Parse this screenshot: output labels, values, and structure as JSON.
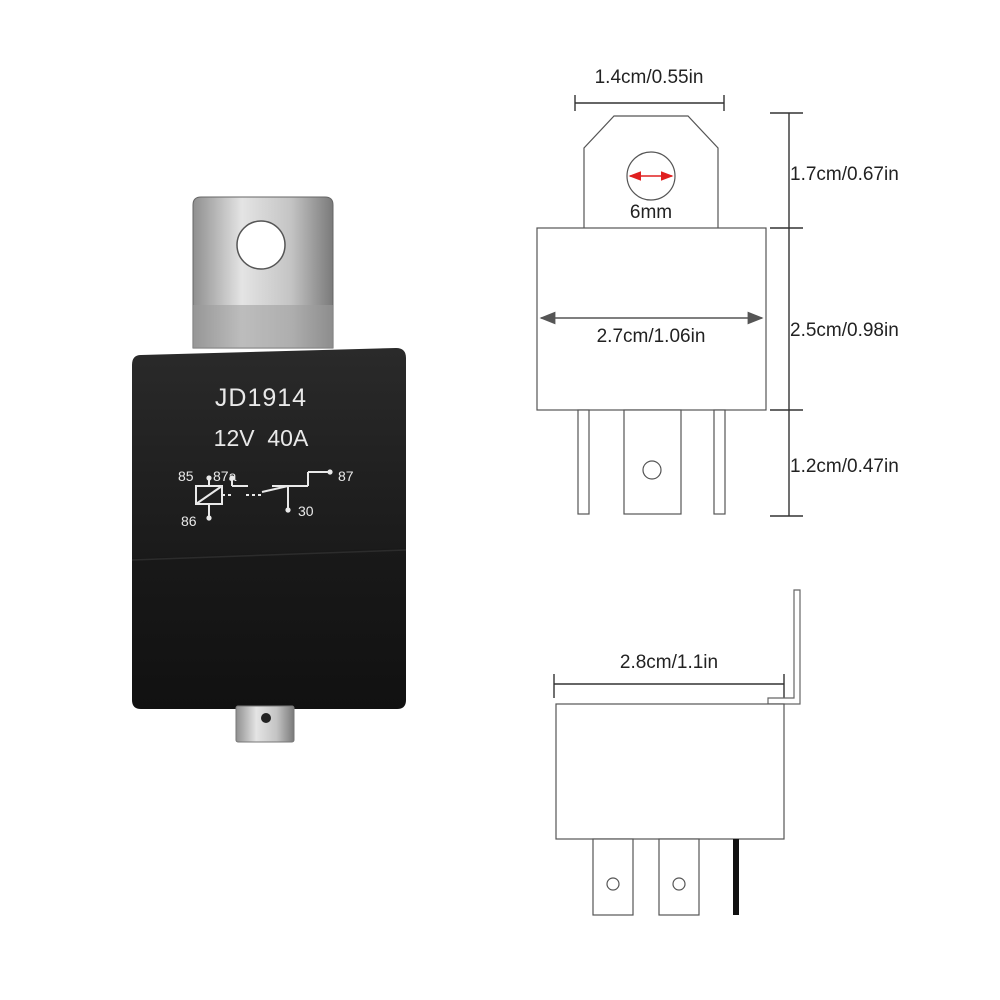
{
  "relay": {
    "model": "JD1914",
    "rating": "12V  40A",
    "pins": {
      "p85": "85",
      "p87a": "87a",
      "p87": "87",
      "p86": "86",
      "p30": "30"
    }
  },
  "front_view": {
    "tab_width": "1.4cm/0.55in",
    "hole_diameter": "6mm",
    "tab_height": "1.7cm/0.67in",
    "body_width": "2.7cm/1.06in",
    "body_height": "2.5cm/0.98in",
    "pin_length": "1.2cm/0.47in"
  },
  "side_view": {
    "body_length": "2.8cm/1.1in"
  },
  "colors": {
    "relay_body": "#1b1b1b",
    "bracket": "#b8b8b8",
    "hole_arrow": "#e02020",
    "line": "#333333"
  }
}
